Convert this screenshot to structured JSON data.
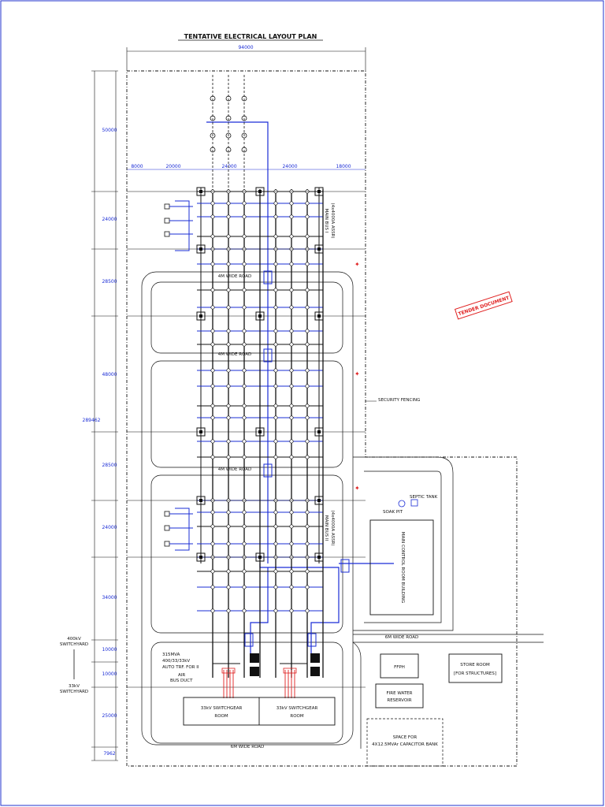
{
  "title": "TENTATIVE ELECTRICAL LAYOUT PLAN",
  "stamp": "TENDER DOCUMENT",
  "dimensions": {
    "top_width": "94000",
    "total_height": "289462",
    "top_segments": [
      "8000",
      "20000",
      "24000",
      "24000",
      "18000"
    ],
    "left_segments": [
      "50000",
      "24000",
      "28500",
      "48000",
      "28500",
      "24000",
      "34000",
      "10000",
      "10000",
      "25000",
      "7962"
    ]
  },
  "labels": {
    "main_bus_1": "MAIN BUS I",
    "main_bus_1_sub": "(4x4000A ASSR)",
    "main_bus_2": "MAIN BUS II",
    "main_bus_2_sub": "(4x4000A ASSR)",
    "road_4m": "4M WIDE ROAD",
    "road_6m": "6M WIDE ROAD",
    "security_fencing": "SECURITY FENCING",
    "septic_tank": "SEPTIC TANK",
    "soak_pit": "SOAK PIT",
    "main_control_room": "MAIN CONTROL ROOM BUILDING",
    "fire_pump": "FFPH",
    "fire_water_1": "FIRE WATER",
    "fire_water_2": "RESERVOIR",
    "store_room_1": "STORE ROOM",
    "store_room_2": "[FOR STRUCTURES]",
    "capacitor_1": "SPACE FOR",
    "capacitor_2": "4X12.5MVAr CAPACITOR BANK",
    "switchgear_room": "33kV SWITCHGEAR",
    "room": "ROOM",
    "transformer_1": "315MVA",
    "transformer_2": "400/33/33kV",
    "transformer_3": "AUTO TRF. FOR II",
    "bus_duct_1": "AIR",
    "bus_duct_2": "BUS DUCT",
    "switchyard_400_1": "400kV",
    "switchyard_400_2": "SWITCHYARD",
    "switchyard_33_1": "33kV",
    "switchyard_33_2": "SWITCHYARD"
  },
  "colors": {
    "line": "#111111",
    "bus": "#1a2cd6",
    "stamp": "#e02020",
    "cable": "#e02020"
  }
}
